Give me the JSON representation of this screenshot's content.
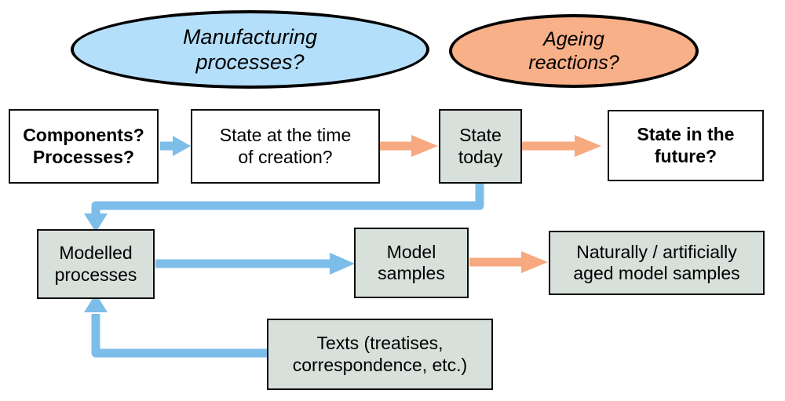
{
  "diagram": {
    "title": "Research approach flow diagram",
    "palette": {
      "blue_fill": "#b4dffa",
      "orange_fill": "#f8b088",
      "box_fill_grey_green": "#d7e0da",
      "box_fill_white": "#ffffff",
      "blue_arrow": "#7cbdea",
      "orange_arrow": "#f7a97f",
      "outline": "#0d0d0d"
    },
    "ellipses": [
      {
        "id": "manufacturing-processes",
        "label": "Manufacturing\nprocesses?",
        "fill": "#b4dffa"
      },
      {
        "id": "ageing-reactions",
        "label": "Ageing\nreactions?",
        "fill": "#f8b088"
      }
    ],
    "boxes": [
      {
        "id": "components-processes",
        "label": "Components?\nProcesses?",
        "fill": "#ffffff",
        "bold": true
      },
      {
        "id": "state-at-creation",
        "label": "State at the time\nof creation?",
        "fill": "#ffffff",
        "bold": false
      },
      {
        "id": "state-today",
        "label": "State\ntoday",
        "fill": "#d7e0da",
        "bold": false
      },
      {
        "id": "state-in-the-future",
        "label": "State in the\nfuture?",
        "fill": "#ffffff",
        "bold": true
      },
      {
        "id": "modelled-processes",
        "label": "Modelled\nprocesses",
        "fill": "#d7e0da",
        "bold": false
      },
      {
        "id": "model-samples",
        "label": "Model\nsamples",
        "fill": "#d7e0da",
        "bold": false
      },
      {
        "id": "aged-model-samples",
        "label": "Naturally / artificially\naged model samples",
        "fill": "#d7e0da",
        "bold": false
      },
      {
        "id": "texts",
        "label": "Texts (treatises,\ncorrespondence, etc.)",
        "fill": "#d7e0da",
        "bold": false
      }
    ],
    "connectors": [
      {
        "id": "components-to-creation",
        "color": "#7cbdea",
        "kind": "straight-right"
      },
      {
        "id": "creation-to-state-today",
        "color": "#f7a97f",
        "kind": "straight-right"
      },
      {
        "id": "state-today-to-future",
        "color": "#f7a97f",
        "kind": "straight-right"
      },
      {
        "id": "state-today-to-modelled-processes",
        "color": "#7cbdea",
        "kind": "elbow-down-left-down"
      },
      {
        "id": "modelled-processes-to-model-samples",
        "color": "#7cbdea",
        "kind": "straight-right"
      },
      {
        "id": "model-samples-to-aged-samples",
        "color": "#f7a97f",
        "kind": "straight-right"
      },
      {
        "id": "texts-to-modelled-processes",
        "color": "#7cbdea",
        "kind": "elbow-left-up"
      }
    ]
  }
}
